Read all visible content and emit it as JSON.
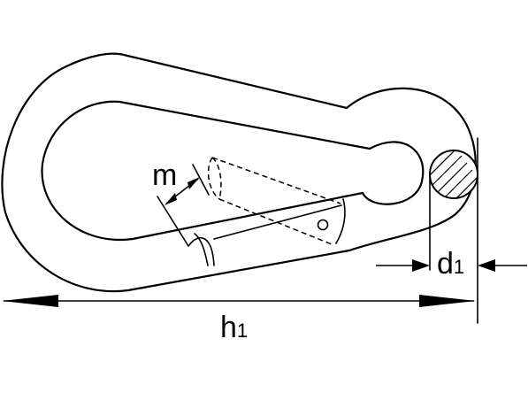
{
  "labels": {
    "gate_gap": {
      "main": "m",
      "sub": ""
    },
    "wire_diameter": {
      "main": "d",
      "sub": "1"
    },
    "overall_length": {
      "main": "h",
      "sub": "1"
    }
  },
  "colors": {
    "line": "#000000",
    "background": "#ffffff"
  }
}
